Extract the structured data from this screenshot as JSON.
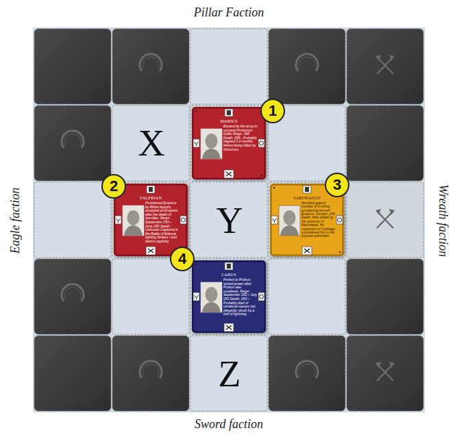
{
  "diagram": {
    "nodes": [
      {
        "text": [
          "MARIUS",
          "Elected by the army to succeed Postumus. Gallic Reign: 268 Death: 268 - Probably reigned 2-3 months before being killed by Victorinus."
        ]
      },
      {
        "text": [
          "VALERIAN",
          "Proclaimed Emperor by Rhine legions; accepted as Emperor after the death of Aemilian. Reign: September 253 – June 260 Death: Unknown Captured in the Battle of Edessa fighting Shapur I and died in captivity."
        ]
      },
      {
        "text": [
          "SABINIANUS",
          "Revolted against Gordian III in Africa, proclaiming himself Emperor. Usurper: 240 Death: After defeat by the governor of Mauretania, his supporters in Carthage surrendered him to the imperial authorities."
        ]
      },
      {
        "text": [
          "CARUS",
          "Prefect to Probus; seized power after Probus was murdered. Reign: September 282 – July 283 Death: 283 – Probably died of unnatural causes but allegedly struck by a bolt of lightning."
        ]
      }
    ],
    "labels": [
      "Pillar Faction",
      "Sword faction",
      "Eagle faction",
      "Wreath faction",
      "X",
      "Y",
      "Z",
      "1",
      "2",
      "3",
      "4"
    ]
  }
}
